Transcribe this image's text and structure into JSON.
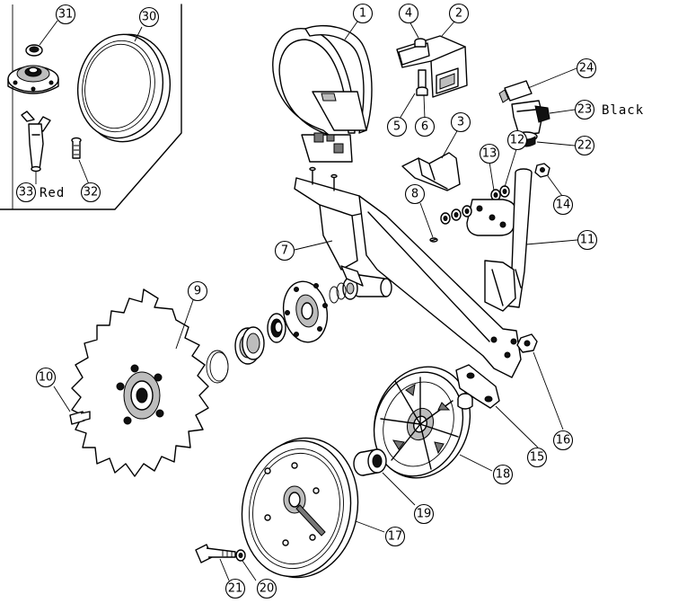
{
  "callouts": [
    {
      "id": "1",
      "label": "1"
    },
    {
      "id": "2",
      "label": "2"
    },
    {
      "id": "3",
      "label": "3"
    },
    {
      "id": "4",
      "label": "4"
    },
    {
      "id": "5",
      "label": "5"
    },
    {
      "id": "6",
      "label": "6"
    },
    {
      "id": "7",
      "label": "7"
    },
    {
      "id": "8",
      "label": "8"
    },
    {
      "id": "9",
      "label": "9"
    },
    {
      "id": "10",
      "label": "10"
    },
    {
      "id": "11",
      "label": "11"
    },
    {
      "id": "12",
      "label": "12"
    },
    {
      "id": "13",
      "label": "13"
    },
    {
      "id": "14",
      "label": "14"
    },
    {
      "id": "15",
      "label": "15"
    },
    {
      "id": "16",
      "label": "16"
    },
    {
      "id": "17",
      "label": "17"
    },
    {
      "id": "18",
      "label": "18"
    },
    {
      "id": "19",
      "label": "19"
    },
    {
      "id": "20",
      "label": "20"
    },
    {
      "id": "21",
      "label": "21"
    },
    {
      "id": "22",
      "label": "22"
    },
    {
      "id": "23",
      "label": "23"
    },
    {
      "id": "24",
      "label": "24"
    },
    {
      "id": "30",
      "label": "30"
    },
    {
      "id": "31",
      "label": "31"
    },
    {
      "id": "32",
      "label": "32"
    },
    {
      "id": "33",
      "label": "33"
    }
  ],
  "notes": {
    "part_23": "Black",
    "part_33": "Red"
  }
}
